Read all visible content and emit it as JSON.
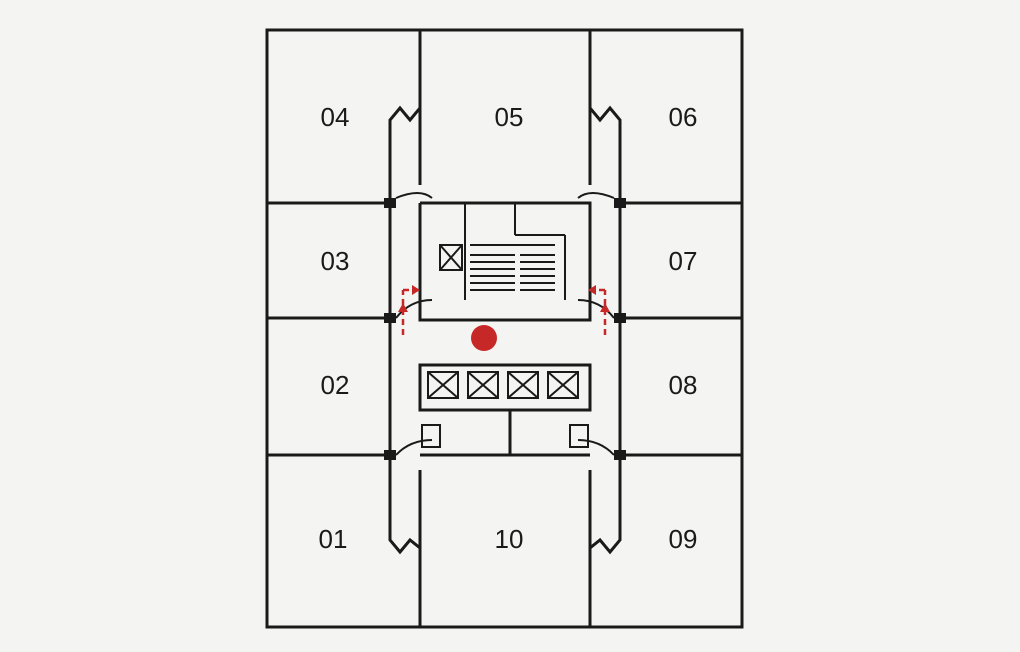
{
  "rooms": [
    {
      "id": "04",
      "label": "04"
    },
    {
      "id": "05",
      "label": "05"
    },
    {
      "id": "06",
      "label": "06"
    },
    {
      "id": "03",
      "label": "03"
    },
    {
      "id": "07",
      "label": "07"
    },
    {
      "id": "02",
      "label": "02"
    },
    {
      "id": "08",
      "label": "08"
    },
    {
      "id": "01",
      "label": "01"
    },
    {
      "id": "10",
      "label": "10"
    },
    {
      "id": "09",
      "label": "09"
    }
  ],
  "core": {
    "elevator_count": 4,
    "marker_color": "#c62828",
    "route_color": "#c62828"
  },
  "colors": {
    "background": "#f4f4f2",
    "line": "#1a1a1a"
  }
}
